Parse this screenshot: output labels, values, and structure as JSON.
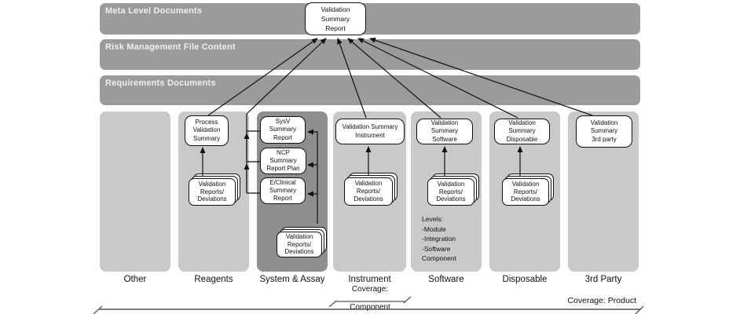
{
  "bars": {
    "meta": "Meta Level Documents",
    "risk": "Risk Management File Content",
    "requirements": "Requirements Documents"
  },
  "vsr": "Validation\nSummary\nReport",
  "stack_text": "Validation\nReports/\nDeviations",
  "columns": {
    "other": {
      "label": "Other"
    },
    "reagents": {
      "label": "Reagents",
      "box": "Process\nValidation\nSummary"
    },
    "system_assay": {
      "label": "System & Assay",
      "box1": "SysV\nSummary\nReport",
      "box2": "NCP\nSummary\nReport Plan",
      "box3": "E/Clinical\nSummary\nReport"
    },
    "instrument": {
      "label": "Instrument",
      "box": "Validation Summary\nInstrument"
    },
    "software": {
      "label": "Software",
      "box": "Validation\nSummary\nSoftware",
      "levels": "Levels:\n-Module\n-Integration\n-Software\n Component"
    },
    "disposable": {
      "label": "Disposable",
      "box": "Validation\nSummary\nDisposable"
    },
    "third_party": {
      "label": "3rd Party",
      "box": "Validation\nSummary\n3rd party"
    }
  },
  "footer": {
    "coverage_component_line1": "Coverage:",
    "coverage_component_line2": "Component",
    "coverage_product": "Coverage: Product"
  },
  "colors": {
    "bar_fill": "#9b9b9b",
    "column_light": "#c9c9c9",
    "column_dark": "#8e8e8e",
    "box_fill": "#ffffff",
    "line": "#111111",
    "bracket": "#555555"
  }
}
